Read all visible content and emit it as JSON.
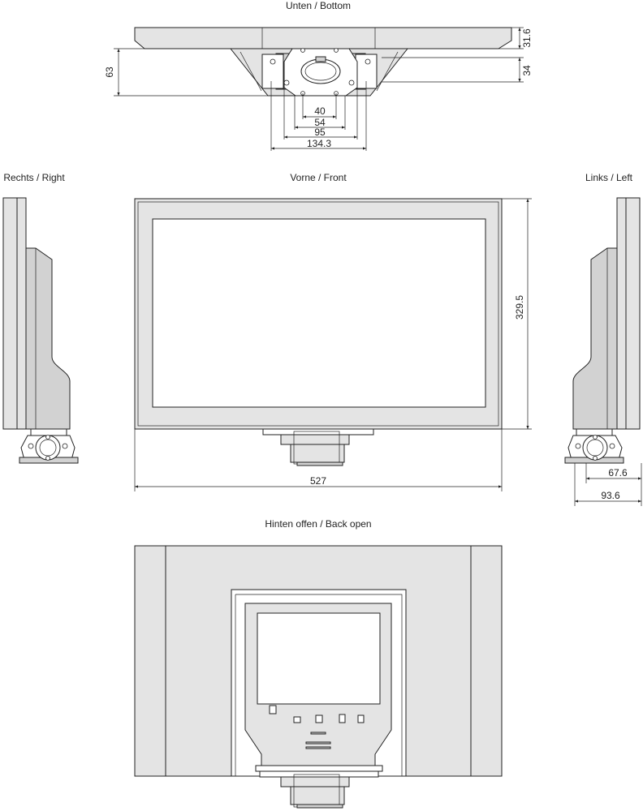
{
  "views": {
    "bottom": "Unten / Bottom",
    "right": "Rechts / Right",
    "front": "Vorne / Front",
    "left": "Links / Left",
    "back": "Hinten offen / Back open"
  },
  "dimensions": {
    "bottom_31_6": "31.6",
    "bottom_34": "34",
    "bottom_63": "63",
    "bottom_40": "40",
    "bottom_54": "54",
    "bottom_95": "95",
    "bottom_134_3": "134.3",
    "front_329_5": "329.5",
    "front_527": "527",
    "left_67_6": "67.6",
    "left_93_6": "93.6"
  }
}
